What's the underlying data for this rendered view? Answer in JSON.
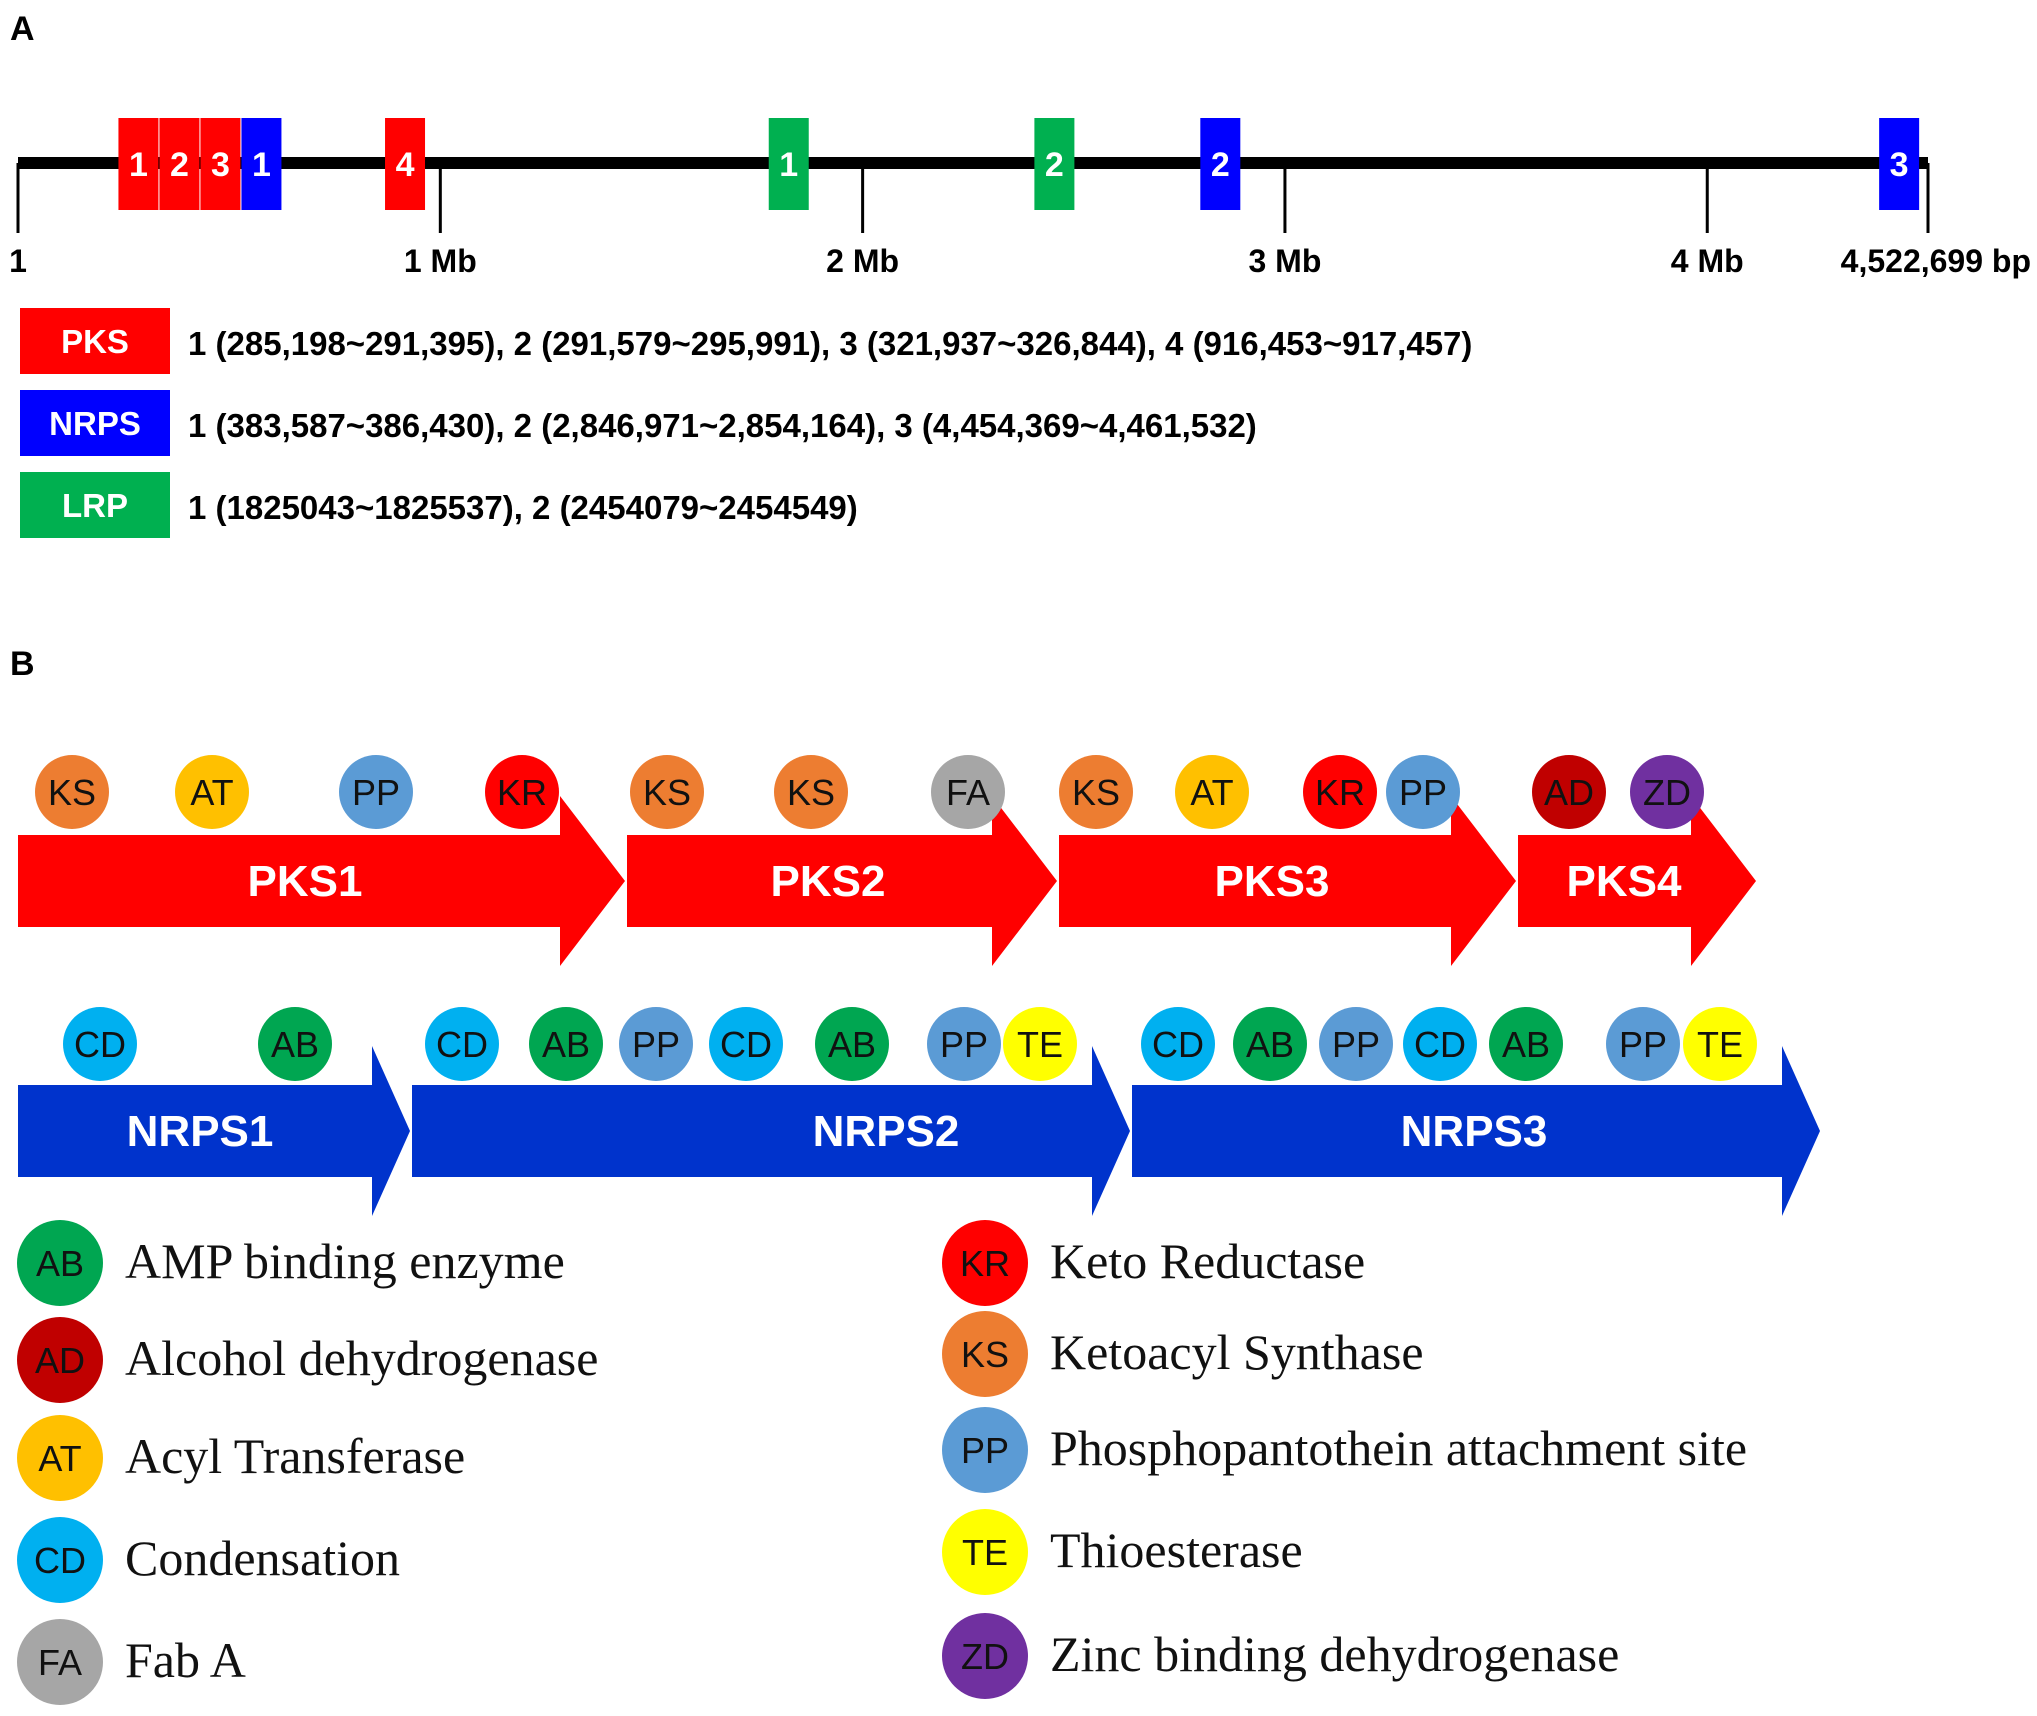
{
  "panel_a": {
    "label": "A",
    "genome_start": 1,
    "genome_end": 4522699,
    "axis_ticks": [
      {
        "value": 1,
        "label": "1"
      },
      {
        "value": 1000000,
        "label": "1 Mb"
      },
      {
        "value": 2000000,
        "label": "2 Mb"
      },
      {
        "value": 3000000,
        "label": "3 Mb"
      },
      {
        "value": 4000000,
        "label": "4 Mb"
      },
      {
        "value": 4522699,
        "label": "4,522,699 bp"
      }
    ],
    "clusters": [
      {
        "type": "PKS",
        "label": "1",
        "start": 285198,
        "end": 291395
      },
      {
        "type": "PKS",
        "label": "2",
        "start": 291579,
        "end": 295991
      },
      {
        "type": "PKS",
        "label": "3",
        "start": 321937,
        "end": 326844
      },
      {
        "type": "NRPS",
        "label": "1",
        "start": 383587,
        "end": 386430
      },
      {
        "type": "PKS",
        "label": "4",
        "start": 916453,
        "end": 917457
      },
      {
        "type": "LRP",
        "label": "1",
        "start": 1825043,
        "end": 1825537
      },
      {
        "type": "LRP",
        "label": "2",
        "start": 2454079,
        "end": 2454549
      },
      {
        "type": "NRPS",
        "label": "2",
        "start": 2846971,
        "end": 2854164
      },
      {
        "type": "NRPS",
        "label": "3",
        "start": 4454369,
        "end": 4461532
      }
    ],
    "legend": [
      {
        "type": "PKS",
        "label": "PKS",
        "color": "#ff0000",
        "text": "1 (285,198~291,395), 2 (291,579~295,991), 3 (321,937~326,844), 4 (916,453~917,457)"
      },
      {
        "type": "NRPS",
        "label": "NRPS",
        "color": "#0000ff",
        "text": "1 (383,587~386,430), 2 (2,846,971~2,854,164), 3 (4,454,369~4,461,532)"
      },
      {
        "type": "LRP",
        "label": "LRP",
        "color": "#00b050",
        "text": "1 (1825043~1825537), 2 (2454079~2454549)"
      }
    ]
  },
  "panel_b": {
    "label": "B",
    "pks_genes": [
      {
        "name": "PKS1",
        "domains": [
          "KS",
          "AT",
          "PP",
          "KR"
        ]
      },
      {
        "name": "PKS2",
        "domains": [
          "KS",
          "KS",
          "FA"
        ]
      },
      {
        "name": "PKS3",
        "domains": [
          "KS",
          "AT",
          "KR",
          "PP"
        ]
      },
      {
        "name": "PKS4",
        "domains": [
          "AD",
          "ZD"
        ]
      }
    ],
    "nrps_genes": [
      {
        "name": "NRPS1",
        "domains": [
          "CD",
          "AB"
        ]
      },
      {
        "name": "NRPS2",
        "domains": [
          "CD",
          "AB",
          "PP",
          "CD",
          "AB",
          "PP",
          "TE"
        ]
      },
      {
        "name": "NRPS3",
        "domains": [
          "CD",
          "AB",
          "PP",
          "CD",
          "AB",
          "PP",
          "TE"
        ]
      }
    ],
    "domain_colors": {
      "AB": "#00a651",
      "AD": "#c00000",
      "AT": "#ffc000",
      "CD": "#00b0f0",
      "FA": "#a6a6a6",
      "KR": "#ff0000",
      "KS": "#ed7d31",
      "PP": "#5b9bd5",
      "TE": "#ffff00",
      "ZD": "#7030a0"
    },
    "pks_color": "#ff0000",
    "nrps_color": "#0033cc",
    "legend_left": [
      {
        "code": "AB",
        "text": "AMP binding enzyme"
      },
      {
        "code": "AD",
        "text": "Alcohol dehydrogenase"
      },
      {
        "code": "AT",
        "text": "Acyl Transferase"
      },
      {
        "code": "CD",
        "text": "Condensation"
      },
      {
        "code": "FA",
        "text": "Fab A"
      }
    ],
    "legend_right": [
      {
        "code": "KR",
        "text": "Keto Reductase"
      },
      {
        "code": "KS",
        "text": "Ketoacyl Synthase"
      },
      {
        "code": "PP",
        "text": "Phosphopantothein attachment site"
      },
      {
        "code": "TE",
        "text": "Thioesterase"
      },
      {
        "code": "ZD",
        "text": "Zinc binding dehydrogenase"
      }
    ]
  }
}
